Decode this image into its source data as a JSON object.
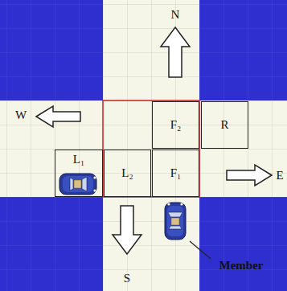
{
  "diagram": {
    "nodes": [
      {
        "text": [
          "F₂"
        ]
      },
      {
        "text": [
          "R"
        ]
      },
      {
        "text": [
          "L₁"
        ]
      },
      {
        "text": [
          "L₂"
        ]
      },
      {
        "text": [
          "F₁"
        ]
      }
    ],
    "labels": [
      "N",
      "W",
      "E",
      "S",
      "Member"
    ]
  }
}
